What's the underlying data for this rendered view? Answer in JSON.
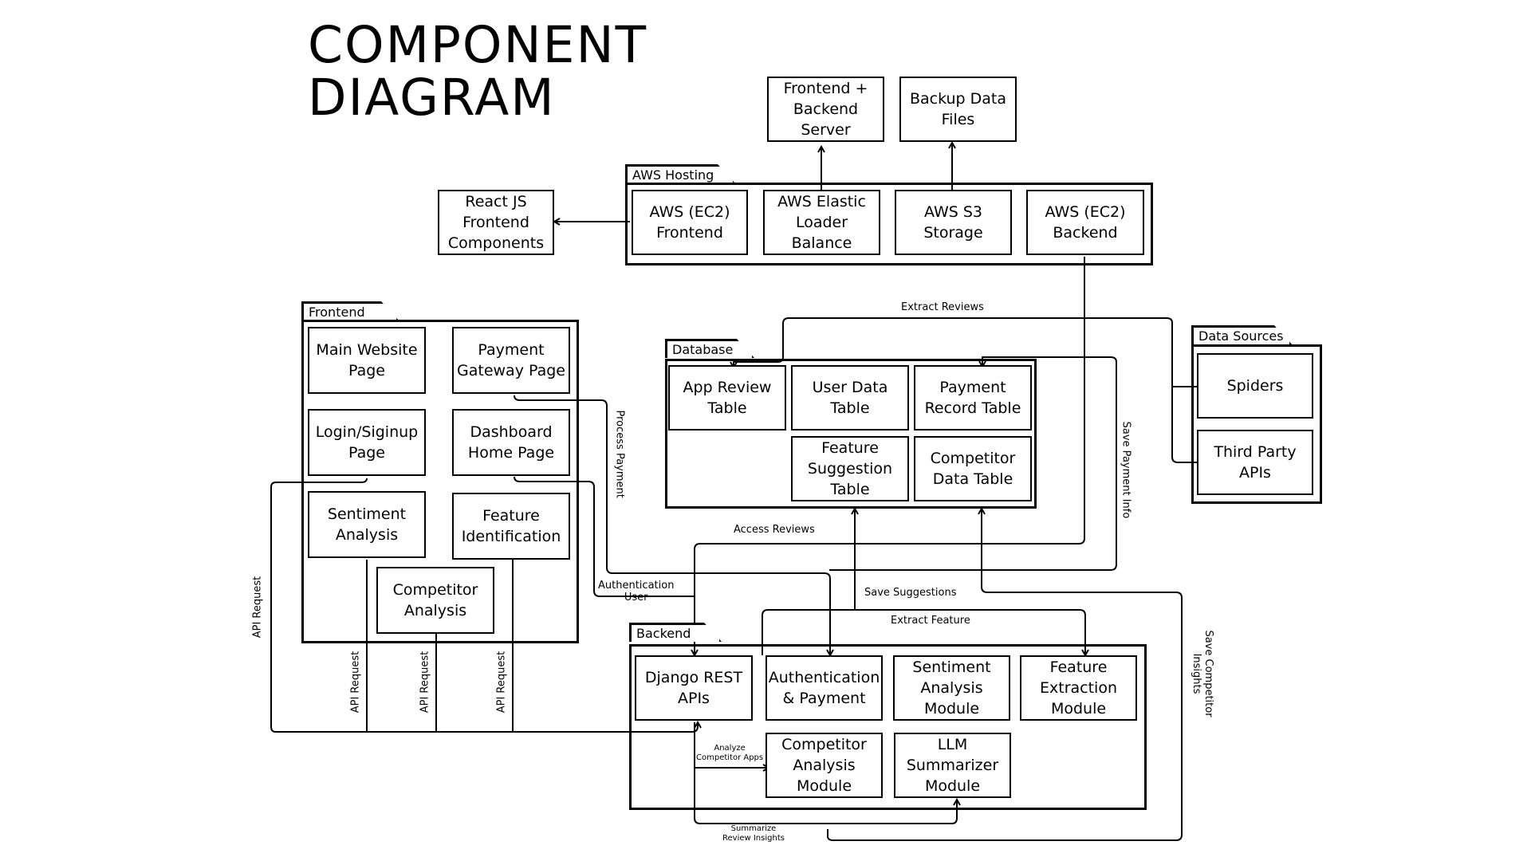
{
  "title": {
    "line1": "COMPONENT",
    "line2": "DIAGRAM"
  },
  "packages": {
    "aws": "AWS Hosting",
    "frontend": "Frontend",
    "database": "Database",
    "data_sources": "Data Sources",
    "backend": "Backend"
  },
  "boxes": {
    "fe_backend_server": "Frontend +\nBackend\nServer",
    "backup_data_files": "Backup Data\nFiles",
    "react_components": "React JS\nFrontend\nComponents",
    "aws_ec2_frontend": "AWS (EC2)\nFrontend",
    "aws_elb": "AWS Elastic\nLoader\nBalance",
    "aws_s3": "AWS S3\nStorage",
    "aws_ec2_backend": "AWS (EC2)\nBackend",
    "main_website": "Main Website\nPage",
    "payment_gateway": "Payment\nGateway Page",
    "login_signup": "Login/Siginup\nPage",
    "dashboard_home": "Dashboard\nHome Page",
    "sentiment_analysis": "Sentiment\nAnalysis",
    "feature_identification": "Feature\nIdentification",
    "competitor_analysis": "Competitor\nAnalysis",
    "app_review_table": "App Review\nTable",
    "user_data_table": "User Data\nTable",
    "payment_record_table": "Payment\nRecord Table",
    "feature_suggestion_table": "Feature\nSuggestion\nTable",
    "competitor_data_table": "Competitor\nData Table",
    "spiders": "Spiders",
    "third_party_apis": "Third Party\nAPIs",
    "django_rest_apis": "Django REST\nAPIs",
    "auth_payment": "Authentication\n& Payment",
    "sentiment_module": "Sentiment\nAnalysis\nModule",
    "feature_extraction_module": "Feature\nExtraction\nModule",
    "competitor_module": "Competitor\nAnalysis\nModule",
    "llm_module": "LLM\nSummarizer\nModule"
  },
  "labels": {
    "extract_reviews": "Extract Reviews",
    "process_payment": "Process Payment",
    "save_payment_info": "Save Payment Info",
    "access_reviews": "Access Reviews",
    "authentication_user": "Authentication\nUser",
    "save_suggestions": "Save Suggestions",
    "extract_feature": "Extract Feature",
    "save_competitor_insights": "Save Competitor\nInsights",
    "api_request_1": "API Request",
    "api_request_2": "API Request",
    "api_request_3": "API Request",
    "api_request_4": "API Request",
    "analyze_competitor_apps": "Analyze\nCompetitor Apps",
    "summarize_review_insights": "Summarize\nReview Insights"
  }
}
